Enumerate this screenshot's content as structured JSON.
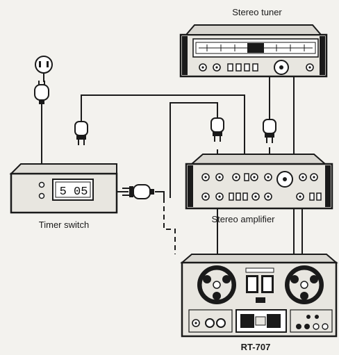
{
  "labels": {
    "tuner": "Stereo tuner",
    "timer": "Timer switch",
    "amplifier": "Stereo amplifier",
    "tape_deck": "RT-707"
  },
  "timer_display": "5 05",
  "colors": {
    "ink": "#1a1a1a",
    "paper": "#f3f2ee",
    "panel": "#e8e6e0"
  },
  "icons": [
    "wall-outlet-icon",
    "plug-icon",
    "tape-reel-icon",
    "knob-icon",
    "vu-meter-icon"
  ]
}
